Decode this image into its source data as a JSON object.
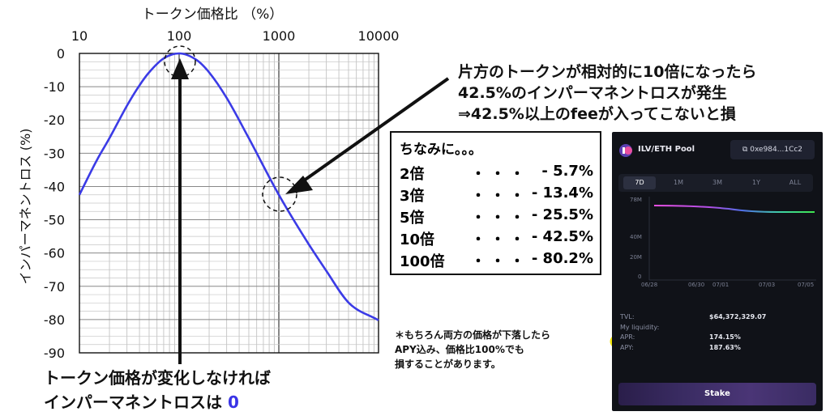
{
  "chart_data": {
    "type": "line",
    "title": "トークン価格比 （%）",
    "ylabel": "インパーマネントロス (%)",
    "xscale": "log",
    "xlim": [
      10,
      10000
    ],
    "ylim": [
      -90,
      0
    ],
    "x_ticks": [
      "10",
      "100",
      "1000",
      "10000"
    ],
    "y_ticks": [
      "0",
      "-10",
      "-20",
      "-30",
      "-40",
      "-50",
      "-60",
      "-70",
      "-80",
      "-90"
    ],
    "grid": true,
    "series": [
      {
        "color": "#3b3be6",
        "x": [
          10,
          15,
          20,
          30,
          40,
          50,
          70,
          100,
          150,
          200,
          300,
          500,
          1000,
          2000,
          3000,
          5000,
          10000
        ],
        "y": [
          -42.5,
          -32.0,
          -25.5,
          -15.7,
          -9.6,
          -5.7,
          -1.5,
          0,
          -2.0,
          -5.7,
          -13.4,
          -25.5,
          -42.5,
          -57.4,
          -65.4,
          -74.9,
          -80.2
        ]
      }
    ]
  },
  "annotations": {
    "main_lines": [
      "片方のトークンが相対的に10倍になったら",
      "42.5%のインパーマネントロスが発生",
      "⇒42.5%以上のfeeが入ってこないと損"
    ],
    "bottom_line1": "トークン価格が変化しなければ",
    "bottom_line2": "インパーマネントロスは",
    "bottom_zero": "0",
    "small_note_line1": "＊もちろん両方の価格が下落したら",
    "small_note_line2": "APY込み、価格比100%でも",
    "small_note_line3": "損することがあります。"
  },
  "table": {
    "title": "ちなみに。。。",
    "dots": "・・・",
    "rows": [
      {
        "label": "2倍",
        "value": "- 5.7%"
      },
      {
        "label": "3倍",
        "value": "- 13.4%"
      },
      {
        "label": "5倍",
        "value": "- 25.5%"
      },
      {
        "label": "10倍",
        "value": "- 42.5%"
      },
      {
        "label": "100倍",
        "value": "- 80.2%"
      }
    ]
  },
  "pool": {
    "name": "ILV/ETH Pool",
    "address": "0xe984...1Cc2",
    "tabs": [
      "7D",
      "1M",
      "3M",
      "1Y",
      "ALL"
    ],
    "active_tab": "7D",
    "y_labels": [
      "78M",
      "40M",
      "20M",
      "0"
    ],
    "x_labels": [
      "06/28",
      "06/30",
      "07/01",
      "07/03",
      "07/05"
    ],
    "stats": [
      {
        "label": "TVL:",
        "value": "$64,372,329.07"
      },
      {
        "label": "My liquidity:",
        "value": ""
      },
      {
        "label": "APR:",
        "value": "174.15%"
      },
      {
        "label": "APY:",
        "value": "187.63%"
      }
    ],
    "stake_label": "Stake"
  }
}
